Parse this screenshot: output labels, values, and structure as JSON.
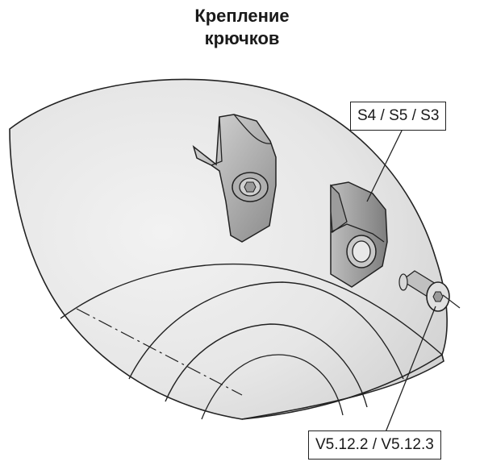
{
  "title": {
    "line1": "Крепление",
    "line2": "крючков"
  },
  "callouts": {
    "hook_parts": "S4 / S5 / S3",
    "screw_parts": "V5.12.2 / V5.12.3"
  }
}
